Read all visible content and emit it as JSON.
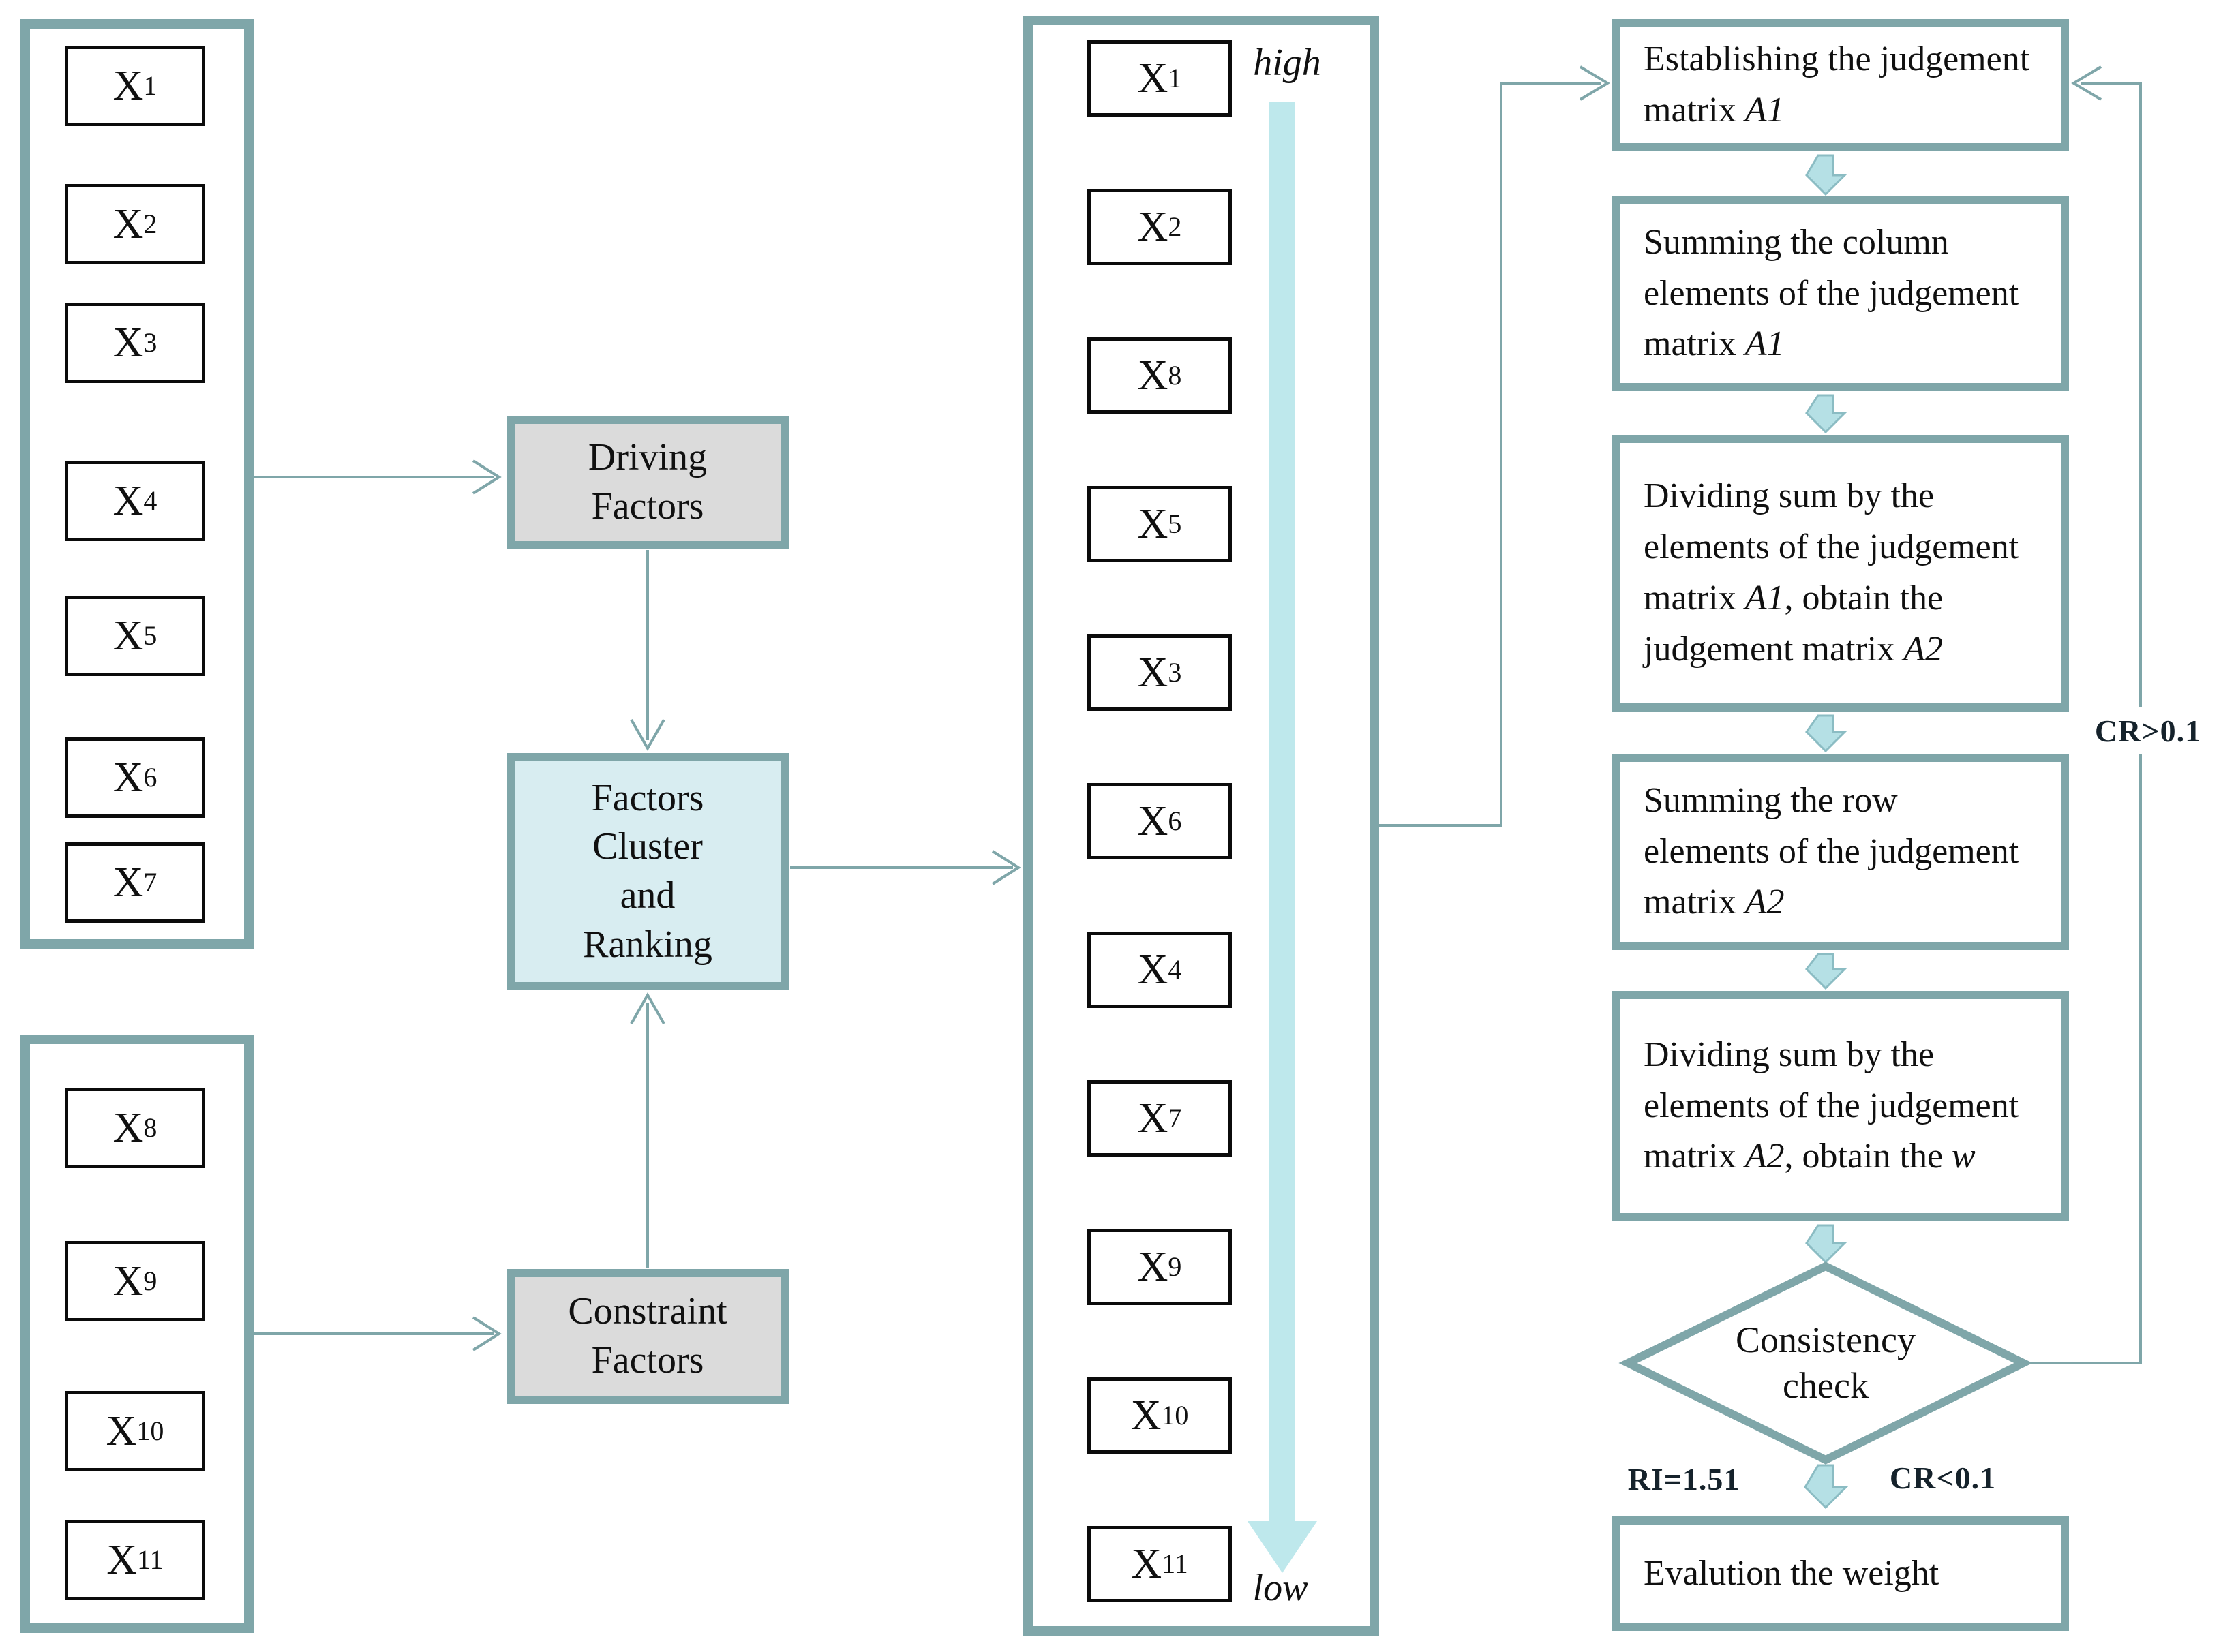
{
  "colors": {
    "border_teal": "#7FA6A9",
    "fat_arrow_fill": "#B5E0E5",
    "rank_bar_cyan": "#BEE8EC",
    "gray_fill": "#DBDBDB",
    "cluster_fill": "#D8EDF1",
    "box_border_black": "#0B0B0B",
    "label_dark": "#15222B"
  },
  "figure": {
    "left_panel_top": {
      "items": [
        {
          "v": "X",
          "s": "1"
        },
        {
          "v": "X",
          "s": "2"
        },
        {
          "v": "X",
          "s": "3"
        },
        {
          "v": "X",
          "s": "4"
        },
        {
          "v": "X",
          "s": "5"
        },
        {
          "v": "X",
          "s": "6"
        },
        {
          "v": "X",
          "s": "7"
        }
      ]
    },
    "left_panel_bottom": {
      "items": [
        {
          "v": "X",
          "s": "8"
        },
        {
          "v": "X",
          "s": "9"
        },
        {
          "v": "X",
          "s": "10"
        },
        {
          "v": "X",
          "s": "11"
        }
      ]
    },
    "driving_box": {
      "line1": "Driving",
      "line2": "Factors"
    },
    "constraint_box": {
      "line1": "Constraint",
      "line2": "Factors"
    },
    "cluster_box": {
      "line1": "Factors",
      "line2": "Cluster",
      "line3": "and",
      "line4": "Ranking"
    },
    "ranking_panel": {
      "high": "high",
      "low": "low",
      "items": [
        {
          "v": "X",
          "s": "1"
        },
        {
          "v": "X",
          "s": "2"
        },
        {
          "v": "X",
          "s": "8"
        },
        {
          "v": "X",
          "s": "5"
        },
        {
          "v": "X",
          "s": "3"
        },
        {
          "v": "X",
          "s": "6"
        },
        {
          "v": "X",
          "s": "4"
        },
        {
          "v": "X",
          "s": "7"
        },
        {
          "v": "X",
          "s": "9"
        },
        {
          "v": "X",
          "s": "10"
        },
        {
          "v": "X",
          "s": "11"
        }
      ]
    },
    "ahp": {
      "step1": {
        "t1": "Establishing the judgement matrix ",
        "e1": "A1"
      },
      "step2": {
        "t1": "Summing the column elements of the judgement matrix ",
        "e1": "A1"
      },
      "step3": {
        "t1": "Dividing sum by the elements of the judgement matrix ",
        "e1": "A1",
        "t2": ", obtain the judgement matrix ",
        "e2": "A2"
      },
      "step4": {
        "t1": "Summing the row elements of the judgement matrix ",
        "e1": "A2"
      },
      "step5": {
        "t1": "Dividing sum by the elements of the judgement matrix ",
        "e1": "A2",
        "t2": ", obtain the ",
        "e2": "w"
      },
      "decision": {
        "line1": "Consistency",
        "line2": "check"
      },
      "result": {
        "t1": "Evalution the weight"
      },
      "cr_high": "CR>0.1",
      "cr_low": "CR<0.1",
      "ri": "RI=1.51"
    }
  }
}
